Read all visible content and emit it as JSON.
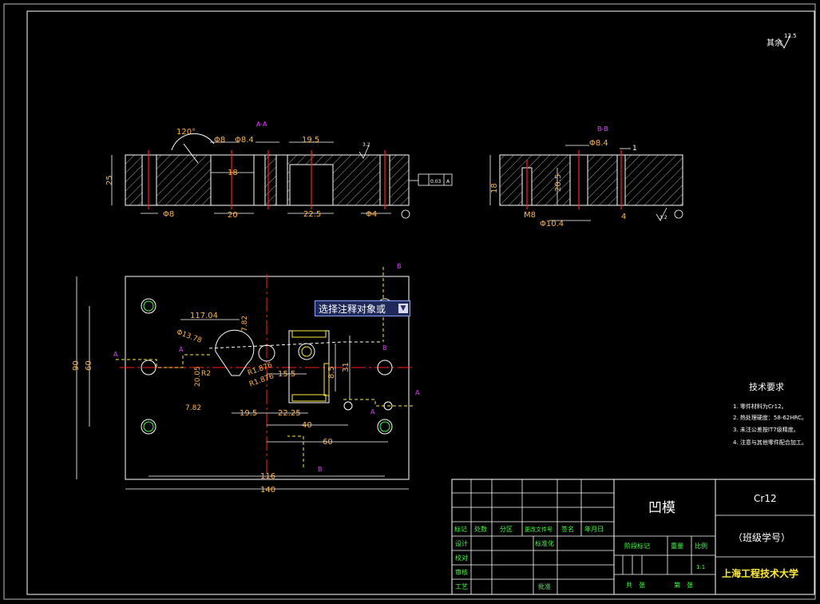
{
  "roughness": {
    "label": "其余",
    "value": "12.5"
  },
  "sections": {
    "aa": {
      "label": "A-A"
    },
    "bb": {
      "label": "B-B"
    }
  },
  "dims_aa": {
    "angle": "120°",
    "d8_top": "Φ8",
    "d84": "Φ8.4",
    "w195": "19.5",
    "d18": "18",
    "h25": "25",
    "d8_bot": "Φ8",
    "w20": "20",
    "w225": "22.5",
    "d4": "Φ4",
    "r32": "3.2",
    "tol": "0.03",
    "datum": "A"
  },
  "dims_bb": {
    "d84": "Φ8.4",
    "one": "1",
    "h18": "18",
    "h205": "20.5",
    "m8": "M8",
    "d104": "Φ10.4",
    "four": "4",
    "r32": "3.2"
  },
  "dims_plan": {
    "d1170": "117.04",
    "d13": "Φ13.78",
    "d782a": "7.82",
    "d2005": "20.05",
    "r2": "R2",
    "r1876a": "R1.876",
    "r1876b": "R1.876",
    "d782b": "7.82",
    "d195": "19.5",
    "d2225": "22.25",
    "d155": "15.5",
    "d85": "8.5",
    "d31": "31",
    "d40": "40",
    "d60": "60",
    "d116": "116",
    "d140": "140",
    "d90": "90",
    "d60v": "60",
    "secA": "A",
    "secB": "B"
  },
  "tooltip": {
    "text": "选择注释对象或"
  },
  "tech_req": {
    "title": "技术要求",
    "items": [
      "1. 零件材料为Cr12。",
      "2. 热处理硬度：58-62HRC。",
      "3. 未注公差按IT7级精度。",
      "4. 注意与其他零件配合加工。"
    ]
  },
  "title_block": {
    "part_name": "凹模",
    "material": "Cr12",
    "class_no": "（班级学号）",
    "school": "上海工程技术大学",
    "scale": "1:1",
    "head": [
      "标记",
      "处数",
      "分区",
      "更改文件号",
      "签名",
      "年月日"
    ],
    "rows": [
      "设计",
      "校对",
      "审核",
      "工艺"
    ],
    "std": "标准化",
    "approve": "批准",
    "stage": "阶段标记",
    "weight": "重量",
    "ratio": "比例",
    "total": "共　张",
    "sheet": "第　张"
  }
}
